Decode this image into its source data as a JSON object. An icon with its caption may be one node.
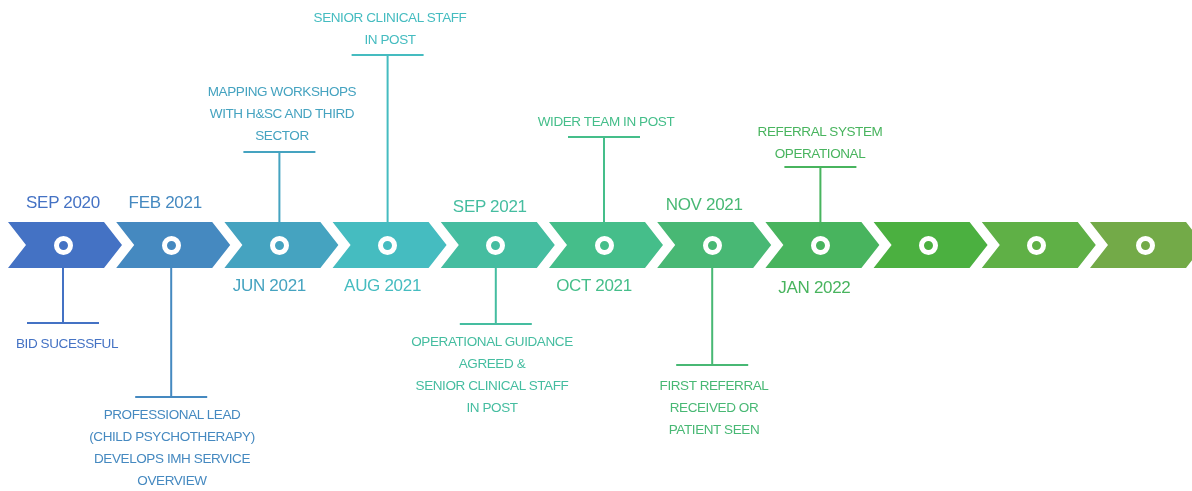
{
  "diagram": {
    "nodes": [
      {
        "text": [],
        "shape": "circle",
        "beside": [
          "SEP 2020"
        ]
      },
      {
        "text": [],
        "shape": "circle",
        "beside": [
          "FEB 2021"
        ]
      },
      {
        "text": [],
        "shape": "circle",
        "beside": [
          "JUN 2021"
        ]
      },
      {
        "text": [],
        "shape": "circle",
        "beside": [
          "AUG 2021"
        ]
      },
      {
        "text": [],
        "shape": "circle",
        "beside": [
          "SEP 2021"
        ]
      },
      {
        "text": [],
        "shape": "circle",
        "beside": [
          "OCT 2021"
        ]
      },
      {
        "text": [],
        "shape": "circle",
        "beside": [
          "NOV 2021"
        ]
      },
      {
        "text": [],
        "shape": "circle",
        "beside": [
          "JAN 2022"
        ]
      },
      {
        "text": [],
        "shape": "circle"
      },
      {
        "text": [],
        "shape": "circle"
      },
      {
        "text": [],
        "shape": "circle"
      },
      {
        "text": [
          "BID SUCESSFUL"
        ]
      },
      {
        "text": [
          "PROFESSIONAL LEAD (CHILD PSYCHOTHERAPY) DEVELOPS IMH SERVICE OVERVIEW"
        ]
      },
      {
        "text": [
          "MAPPING WORKSHOPS WITH H&SC AND THIRD SECTOR"
        ]
      },
      {
        "text": [
          "SENIOR CLINICAL STAFF IN POST"
        ]
      },
      {
        "text": [
          "OPERATIONAL GUIDANCE AGREED & SENIOR CLINICAL STAFF IN POST"
        ]
      },
      {
        "text": [
          "WIDER TEAM IN POST"
        ]
      },
      {
        "text": [
          "FIRST REFERRAL RECEIVED OR PATIENT SEEN"
        ]
      },
      {
        "text": [
          "REFERRAL SYSTEM OPERATIONAL"
        ]
      }
    ],
    "edges": [
      {
        "from": 11,
        "to": 0,
        "arrow": "none",
        "color": "#4472c4"
      },
      {
        "from": 12,
        "to": 1,
        "arrow": "none",
        "color": "#4589c0"
      },
      {
        "from": 13,
        "to": 2,
        "arrow": "none",
        "color": "#45a3c0"
      },
      {
        "from": 14,
        "to": 3,
        "arrow": "none",
        "color": "#45bcc0"
      },
      {
        "from": 15,
        "to": 4,
        "arrow": "none",
        "color": "#45bda0"
      },
      {
        "from": 16,
        "to": 5,
        "arrow": "none",
        "color": "#45be8a"
      },
      {
        "from": 17,
        "to": 6,
        "arrow": "none",
        "color": "#48b874"
      },
      {
        "from": 18,
        "to": 7,
        "arrow": "none",
        "color": "#48b45e"
      }
    ]
  }
}
